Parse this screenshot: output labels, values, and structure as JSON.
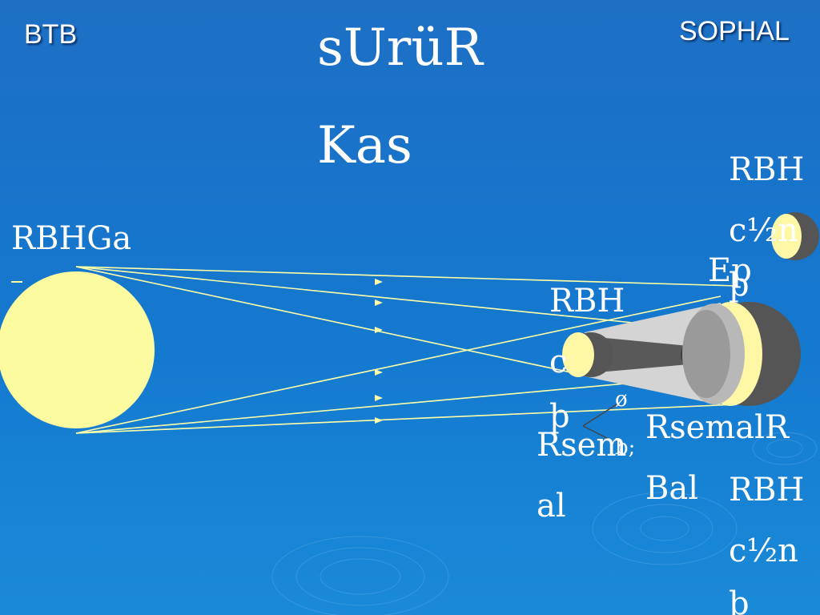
{
  "header": {
    "left": "BTB",
    "right": "SOPHAL"
  },
  "title": {
    "line1": "sUrüR",
    "line2": "Kas"
  },
  "labels": {
    "sun": "RBHGa",
    "moon_top_line1": "RBH",
    "moon_top_line2": "c½n",
    "moon_top_line3": "þ",
    "earth_top": "Ep",
    "moon_mid_line1": "RBH",
    "moon_mid_line2": "c",
    "moon_mid_line3": "þ",
    "umbra_line1": "Rsem",
    "umbra_line2": "al",
    "penumbra_line1": "RsemalR",
    "penumbra_line2": "Bal",
    "moon_bottom_line1": "RBH",
    "moon_bottom_line2": "c½n",
    "moon_bottom_line3": "þ",
    "small_symbol": "ø",
    "small_symbol2": "b;"
  },
  "colors": {
    "background": "#1479cf",
    "sun": "#fdfba0",
    "rays": "#ffffa8",
    "moon_light": "#fdf7a6",
    "moon_dark": "#555555",
    "shadow_cone": "#c9c9c9"
  }
}
